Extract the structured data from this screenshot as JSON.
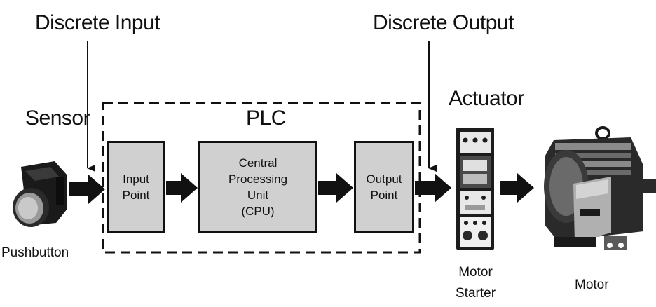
{
  "labels": {
    "discrete_input": "Discrete Input",
    "discrete_output": "Discrete Output",
    "sensor": "Sensor",
    "plc": "PLC",
    "actuator": "Actuator",
    "pushbutton": "Pushbutton",
    "motor_starter": "Motor\nStarter",
    "motor": "Motor"
  },
  "blocks": {
    "input_point": "Input\nPoint",
    "cpu": "Central\nProcessing\nUnit\n(CPU)",
    "output_point": "Output\nPoint"
  },
  "colors": {
    "block_fill": "#d0d0d0",
    "ink": "#111111",
    "device_dark": "#1a1a1a",
    "device_gray": "#8a8a8a"
  },
  "icons": [
    "pushbutton-icon",
    "motor-starter-icon",
    "motor-icon"
  ]
}
